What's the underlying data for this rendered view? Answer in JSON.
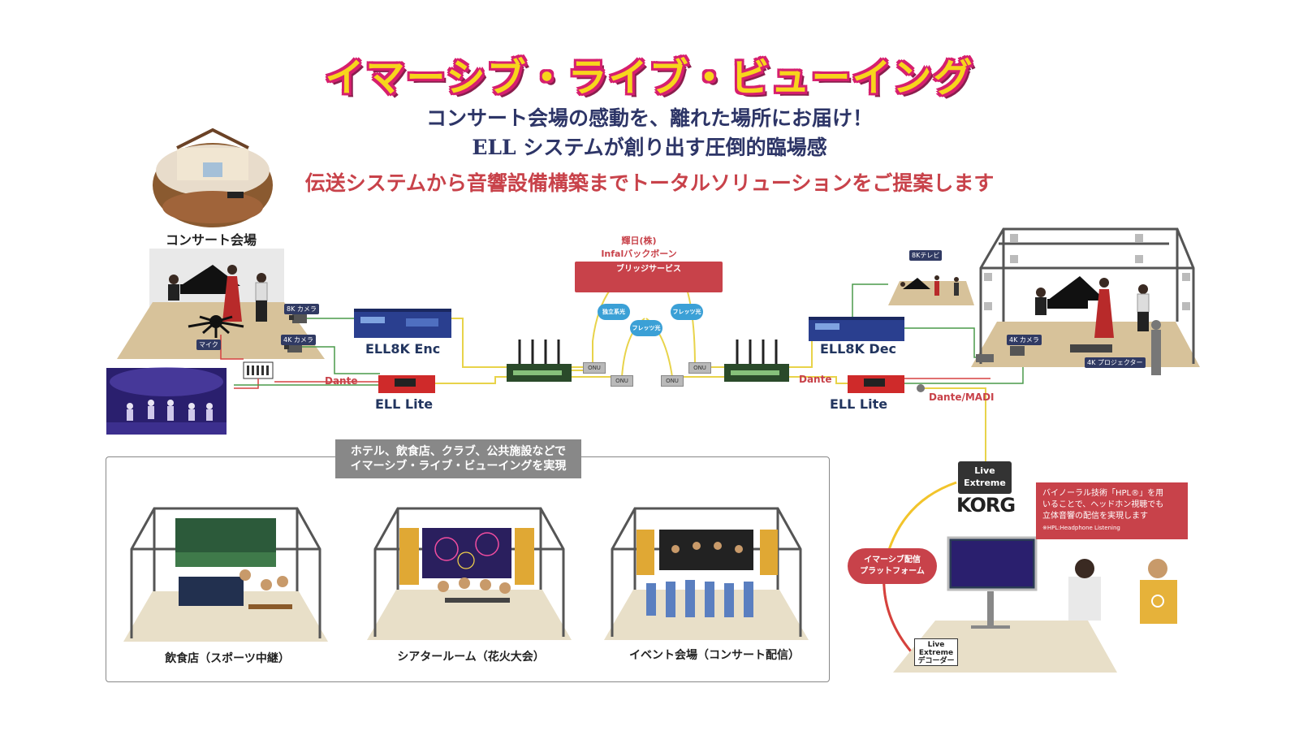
{
  "header": {
    "title": "イマーシブ・ライブ・ビューイング",
    "subtitle_line1": "コンサート会場の感動を、離れた場所にお届け！",
    "subtitle_line2": "ELL システムが創り出す圧倒的臨場感",
    "tagline": "伝送システムから音響設備構築までトータルソリューションをご提案します"
  },
  "concert_venue": {
    "label": "コンサート会場"
  },
  "source_side": {
    "camera_8k": "8K カメラ",
    "camera_4k": "4K カメラ",
    "mic": "マイク",
    "encoder": "ELL8K Enc",
    "ell_lite": "ELL Lite",
    "dante": "Dante"
  },
  "network": {
    "provider": "輝日(株)",
    "backbone": "Infalバックボーン",
    "bridge_service": "ブリッジサービス",
    "dedicated_line": "独立系光",
    "flets_1": "フレッツ光",
    "flets_2": "フレッツ光",
    "onu": "ONU"
  },
  "dest_side": {
    "tv_8k": "8Kテレビ",
    "decoder": "ELL8K Dec",
    "ell_lite": "ELL Lite",
    "dante": "Dante",
    "dante_madi": "Dante/MADI",
    "camera_4k": "4K カメラ",
    "projector_4k": "4K プロジェクター"
  },
  "venues_box": {
    "title_line1": "ホテル、飲食店、クラブ、公共施設などで",
    "title_line2": "イマーシブ・ライブ・ビューイングを実現",
    "venues": [
      {
        "label": "飲食店（スポーツ中継）"
      },
      {
        "label": "シアタールーム（花火大会）"
      },
      {
        "label": "イベント会場（コンサート配信）"
      }
    ]
  },
  "live_extreme": {
    "box_line1": "Live",
    "box_line2": "Extreme",
    "brand": "KORG",
    "platform_line1": "イマーシブ配信",
    "platform_line2": "プラットフォーム",
    "decoder_line1": "Live",
    "decoder_line2": "Extreme",
    "decoder_line3": "デコーダー"
  },
  "hpl": {
    "line1": "バイノーラル技術「HPL®」を用",
    "line2": "いることで、ヘッドホン視聴でも",
    "line3": "立体音響の配信を実現します",
    "note": "※HPL:Headphone Listening"
  },
  "colors": {
    "title_fill": "#f7d51c",
    "title_outline": "#d61f6e",
    "navy": "#2d3567",
    "accent_red": "#c8424a",
    "line_yellow": "#e8d34a",
    "line_green": "#4a9a4a",
    "line_red": "#d54040",
    "device_blue": "#2a3f8f",
    "floor": "#d7c29a"
  }
}
